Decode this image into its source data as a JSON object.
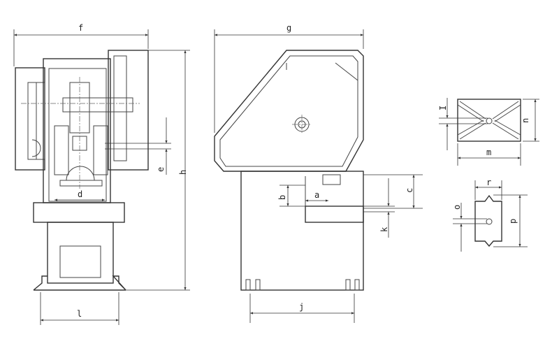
{
  "labels": {
    "f": "f",
    "g": "g",
    "h": "h",
    "e": "e",
    "d": "d",
    "l": "l",
    "j": "j",
    "a": "a",
    "b": "b",
    "c": "c",
    "k": "k",
    "I": "I",
    "n": "n",
    "m": "m",
    "o": "o",
    "p": "p",
    "r": "r"
  }
}
